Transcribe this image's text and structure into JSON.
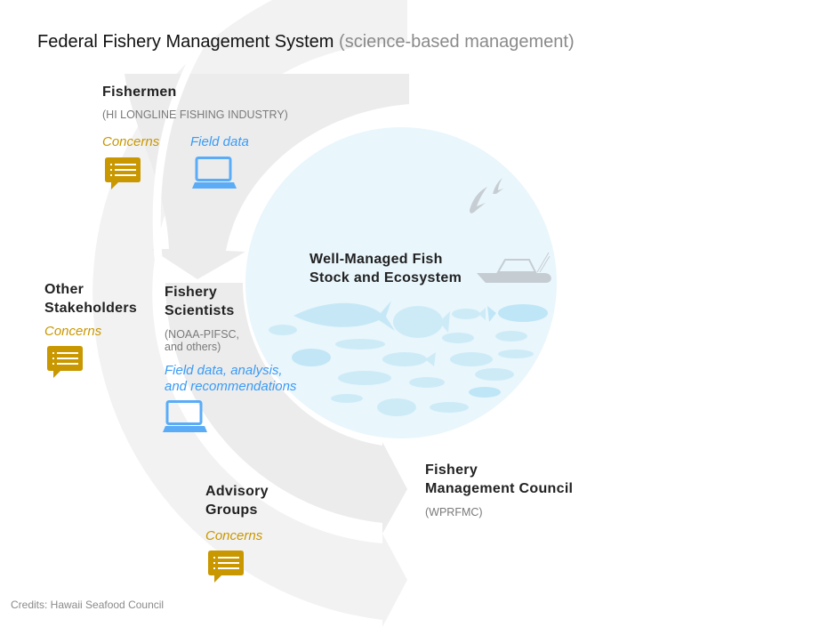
{
  "title": {
    "main": "Federal Fishery Management System",
    "sub": "(science-based management)"
  },
  "fishermen": {
    "heading": "Fishermen",
    "note": "(HI LONGLINE FISHING INDUSTRY)",
    "concerns": "Concerns",
    "field": "Field data"
  },
  "stakeholders": {
    "line1": "Other",
    "line2": "Stakeholders",
    "concerns": "Concerns"
  },
  "scientists": {
    "line1": "Fishery",
    "line2": "Scientists",
    "note1": "(NOAA-PIFSC,",
    "note2": "and others)",
    "field1": "Field data, analysis,",
    "field2": "and recommendations"
  },
  "ecosystem": {
    "line1": "Well-Managed Fish",
    "line2": "Stock and Ecosystem"
  },
  "council": {
    "line1": "Fishery",
    "line2": "Management Council",
    "note": "(WPRFMC)"
  },
  "advisory": {
    "line1": "Advisory",
    "line2": "Groups",
    "concerns": "Concerns"
  },
  "credits": "Credits: Hawaii Seafood Council",
  "colors": {
    "concern": "#c99700",
    "field": "#3a9bf5",
    "circle": "#e9f6fc",
    "band": "#eeeeee"
  }
}
